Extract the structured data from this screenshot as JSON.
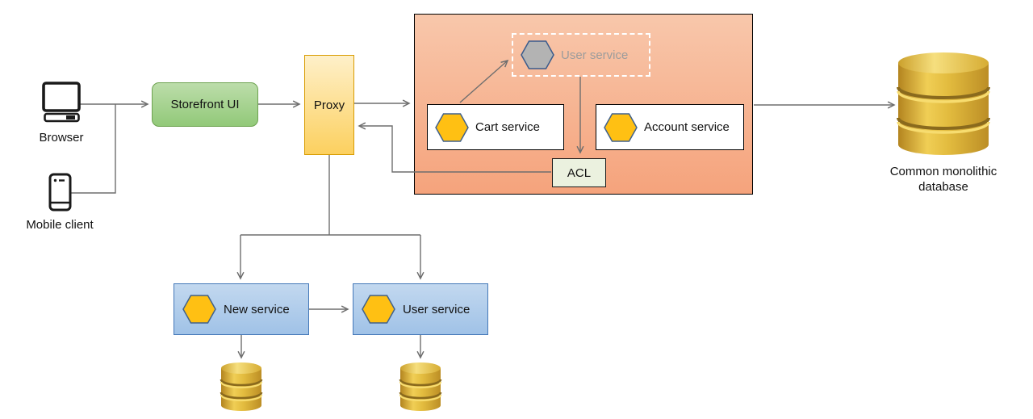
{
  "colors": {
    "line": "#6E6E6E",
    "salmon_top": "#F8C7AB",
    "salmon_bottom": "#F5A37C",
    "green_top": "#BCDDAA",
    "green_bottom": "#92C979",
    "green_border": "#6DA24F",
    "yellow_top": "#FEF0C9",
    "yellow_bottom": "#FCD05F",
    "yellow_border": "#D79B00",
    "blue_top": "#C2D8EF",
    "blue_bottom": "#A0C2E7",
    "blue_border": "#4478B8",
    "acl_fill": "#EBF1DF",
    "hex_yellow": "#FFC013",
    "hex_border": "#40618C",
    "hex_gray": "#B3B3B3",
    "hex_gray_border": "#3A5B8C",
    "muted_text": "#9C9C9C",
    "database_gold": "#D4A82F"
  },
  "icons": {
    "browser": "desktop-computer-outline",
    "mobile_client": "smartphone-outline",
    "service": "yellow-hexagon",
    "legacy_service": "gray-hexagon",
    "database": "gold-cylinder"
  },
  "nodes": {
    "browser": {
      "label": "Browser"
    },
    "mobile_client": {
      "label": "Mobile client"
    },
    "storefront": {
      "label": "Storefront UI"
    },
    "proxy": {
      "label": "Proxy"
    },
    "monolith": {
      "user_service_legacy": {
        "label": "User service"
      },
      "cart_service": {
        "label": "Cart service"
      },
      "account_service": {
        "label": "Account service"
      },
      "acl": {
        "label": "ACL"
      }
    },
    "common_database": {
      "label": "Common monolithic database"
    },
    "new_service": {
      "label": "New service"
    },
    "user_service": {
      "label": "User service"
    }
  }
}
